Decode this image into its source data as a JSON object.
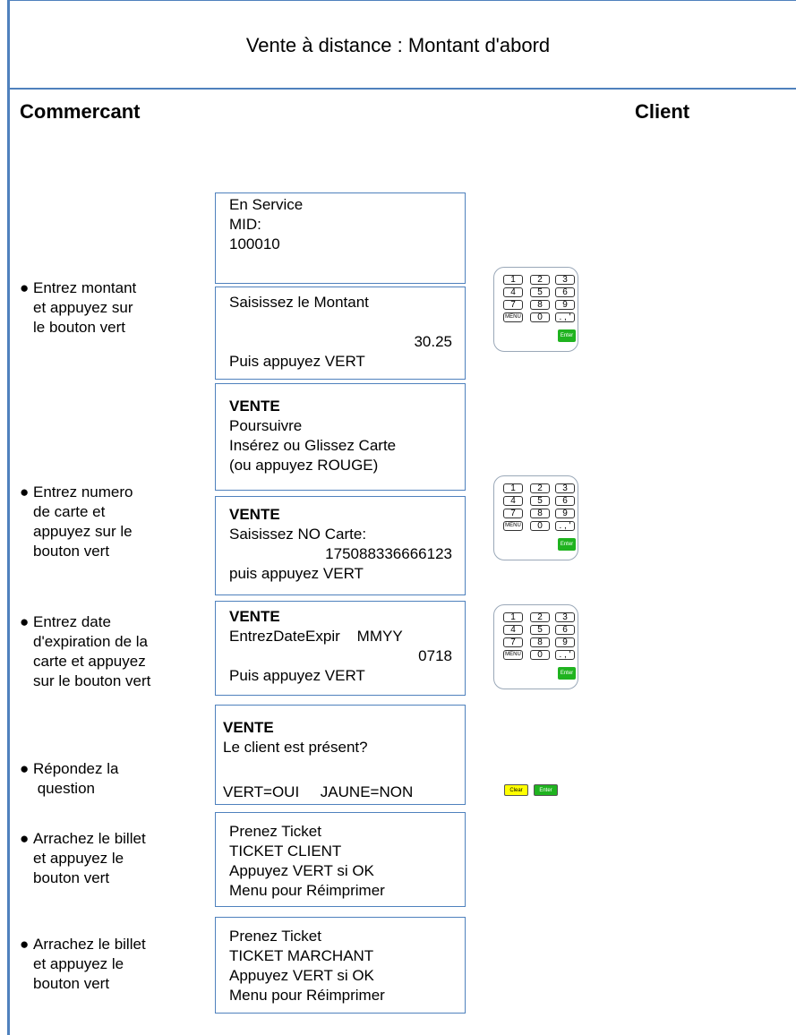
{
  "title": "Vente à distance : Montant d'abord",
  "columns": {
    "merchant": "Commercant",
    "client": "Client"
  },
  "bullet": "●",
  "steps": [
    {
      "lines": [
        "Entrez montant",
        "et appuyez sur",
        "le bouton vert"
      ]
    },
    {
      "lines": [
        "Entrez numero",
        "de carte et",
        "appuyez sur le",
        "bouton vert"
      ]
    },
    {
      "lines": [
        "Entrez date",
        "d'expiration de la",
        "carte et appuyez",
        "sur le bouton vert"
      ]
    },
    {
      "lines": [
        "Répondez la",
        " question"
      ]
    },
    {
      "lines": [
        "Arrachez le billet",
        "et appuyez le",
        "bouton vert"
      ]
    },
    {
      "lines": [
        "Arrachez le billet",
        "et appuyez le",
        "bouton vert"
      ]
    }
  ],
  "screens": [
    {
      "lines": [
        "En Service",
        "MID:",
        "100010"
      ]
    },
    {
      "lines": [
        "Saisissez le Montant",
        "",
        "30.25",
        "Puis appuyez VERT"
      ]
    },
    {
      "lines": [
        "VENTE",
        "Poursuivre",
        "Insérez ou Glissez Carte",
        "(ou appuyez ROUGE)"
      ]
    },
    {
      "lines": [
        "VENTE",
        "Saisissez NO Carte:",
        "175088336666123",
        "puis appuyez VERT"
      ]
    },
    {
      "lines": [
        "VENTE",
        "EntrezDateExpir    MMYY",
        "0718",
        "Puis appuyez VERT"
      ]
    },
    {
      "lines": [
        "VENTE",
        "Le client est présent?",
        "",
        "VERT=OUI     JAUNE=NON"
      ]
    },
    {
      "lines": [
        "Prenez Ticket",
        "TICKET CLIENT",
        "Appuyez VERT si OK",
        "Menu pour Réimprimer"
      ]
    },
    {
      "lines": [
        "Prenez Ticket",
        "TICKET MARCHANT",
        "Appuyez VERT si OK",
        "Menu pour Réimprimer"
      ]
    }
  ],
  "keypad": {
    "keys": [
      "1",
      "2",
      "3",
      "4",
      "5",
      "6",
      "7",
      "8",
      "9",
      "MENU",
      "0",
      ". , '"
    ],
    "enter_label": "Enter"
  },
  "buttons": {
    "clear": "Clear",
    "enter": "Enter"
  },
  "colors": {
    "frame": "#4f81bd",
    "enter_green": "#1fb31f",
    "clear_yellow": "#ffff00"
  }
}
